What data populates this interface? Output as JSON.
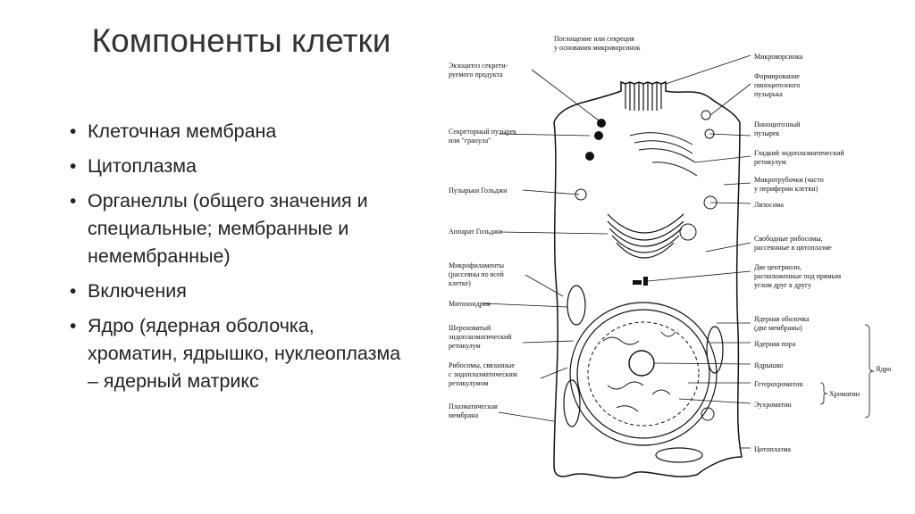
{
  "title": "Компоненты клетки",
  "bullets": [
    "Клеточная мембрана",
    "Цитоплазма",
    "Органеллы (общего значения и специальные; мембранные и немембранные)",
    "Включения",
    "Ядро (ядерная оболочка, хроматин, ядрышко, нуклеоплазма – ядерный матрикс"
  ],
  "diagram": {
    "labels_top": [
      "Поглощение или секреция",
      "у основания микроворсинок"
    ],
    "labels_left": [
      [
        "Экзоцитоз секрети-",
        "руемого продукта"
      ],
      [
        "Секреторный пузырек",
        "или \"гранула\""
      ],
      [
        "Пузырьки Гольджи"
      ],
      [
        "Аппарат Гольджи"
      ],
      [
        "Микрофиламенты",
        "(рассеяны по всей",
        "клетке)"
      ],
      [
        "Митохондрия"
      ],
      [
        "Шероховатый",
        "эндоплазматический",
        "ретикулум"
      ],
      [
        "Рибосомы, связанные",
        "с эндоплазматическим",
        "ретикулумом"
      ],
      [
        "Плазматическая",
        "мембрана"
      ]
    ],
    "labels_right": [
      [
        "Микроворсинка"
      ],
      [
        "Формирование",
        "пиноцитозного",
        "пузырька"
      ],
      [
        "Пиноцитозный",
        "пузырек"
      ],
      [
        "Гладкий эндоплазматический",
        "ретикулум"
      ],
      [
        "Микротрубочки (часто",
        "у периферии клетки)"
      ],
      [
        "Лизосома"
      ],
      [
        "Свободные рибосомы,",
        "рассеянные в цитоплазме"
      ],
      [
        "Две центриоли,",
        "расположенные под прямым",
        "углом друг к другу"
      ],
      [
        "Ядерная оболочка",
        "(две мембраны)"
      ],
      [
        "Ядерная пора"
      ],
      [
        "Ядрышко"
      ],
      [
        "Гетерохроматин"
      ],
      [
        "Эухроматин"
      ],
      [
        "Цитоплазма"
      ]
    ],
    "group_nucleus": "Ядро",
    "group_chromatin": "Хроматин"
  }
}
